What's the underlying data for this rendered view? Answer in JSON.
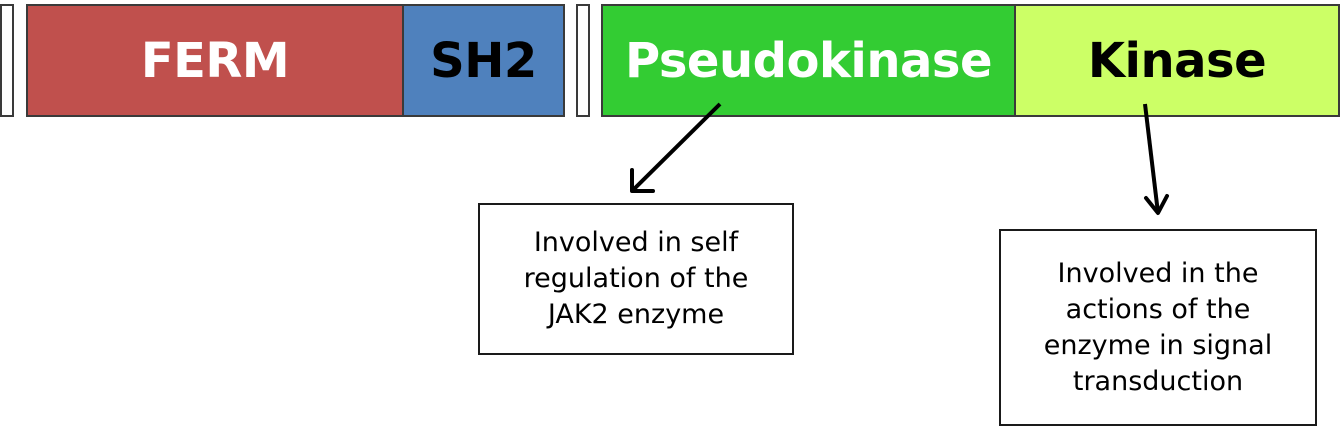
{
  "domains": {
    "ferm": {
      "label": "FERM",
      "fill": "#c0504d",
      "text_color": "#ffffff"
    },
    "sh2": {
      "label": "SH2",
      "fill": "#4f81bd",
      "text_color": "#000000"
    },
    "pseudokinase": {
      "label": "Pseudokinase",
      "fill": "#33cc33",
      "text_color": "#ffffff"
    },
    "kinase": {
      "label": "Kinase",
      "fill": "#ccff66",
      "text_color": "#000000"
    }
  },
  "callouts": {
    "pseudokinase": {
      "lines": [
        "Involved in self",
        "regulation of the",
        "JAK2 enzyme"
      ]
    },
    "kinase": {
      "lines": [
        "Involved in the",
        "actions of the",
        "enzyme in signal",
        "transduction"
      ]
    }
  },
  "colors": {
    "outline": "#3a3a3a",
    "arrow": "#000000"
  }
}
